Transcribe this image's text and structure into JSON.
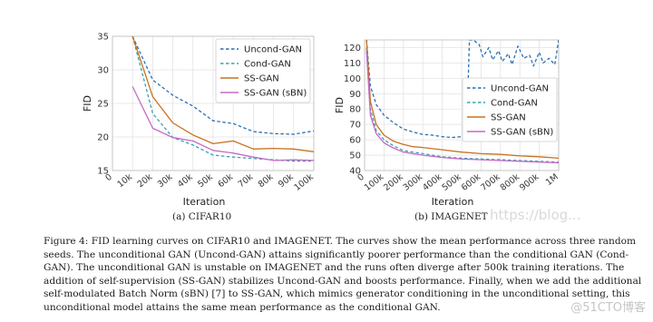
{
  "figure": {
    "panel_a_caption": "(a) CIFAR10",
    "panel_b_caption": "(b) IMAGENET",
    "caption_lines": [
      "Figure 4:  FID learning curves on CIFAR10 and IMAGENET. The curves show the mean performance across three random",
      "seeds. The unconditional GAN (Uncond-GAN) attains significantly poorer performance than the conditional GAN (Cond-",
      "GAN). The unconditional GAN is unstable on IMAGENET and the runs often diverge after 500k training iterations.  The",
      "addition of self-supervision (SS-GAN) stabilizes Uncond-GAN and boosts performance. Finally, when we add the additional",
      "self-modulated Batch Norm (sBN) [7] to SS-GAN, which mimics generator conditioning in the unconditional setting, this",
      "unconditional model attains the same mean performance as the conditional GAN."
    ],
    "watermark": "@51CTO博客",
    "watermark2": "https://blog..."
  },
  "colors": {
    "uncond": "#2a6fb5",
    "cond": "#37a3b3",
    "ss": "#c9711f",
    "ssbn": "#c46ac6",
    "grid": "#e3e3e3",
    "axis_text": "#333333"
  },
  "chart_data": [
    {
      "type": "line",
      "title": "",
      "xlabel": "Iteration",
      "ylabel": "FID",
      "xlim": [
        0,
        100000
      ],
      "ylim": [
        15,
        35
      ],
      "xticks": [
        0,
        10000,
        20000,
        30000,
        40000,
        50000,
        60000,
        70000,
        80000,
        90000,
        100000
      ],
      "xtick_labels": [
        "0",
        "10k",
        "20k",
        "30k",
        "40k",
        "50k",
        "60k",
        "70k",
        "80k",
        "90k",
        "100k"
      ],
      "yticks": [
        15,
        20,
        25,
        30,
        35
      ],
      "ytick_labels": [
        "15",
        "20",
        "25",
        "30",
        "35"
      ],
      "grid": true,
      "legend": "top-right",
      "series": [
        {
          "name": "Uncond-GAN",
          "style": "dashed",
          "color_key": "uncond",
          "x": [
            10000,
            20000,
            30000,
            40000,
            50000,
            60000,
            70000,
            80000,
            90000,
            100000
          ],
          "values": [
            35.0,
            28.5,
            26.2,
            24.6,
            22.4,
            22.0,
            20.8,
            20.5,
            20.4,
            20.9
          ]
        },
        {
          "name": "Cond-GAN",
          "style": "dashed",
          "color_key": "cond",
          "x": [
            10000,
            20000,
            30000,
            40000,
            50000,
            60000,
            70000,
            80000,
            90000,
            100000
          ],
          "values": [
            35.0,
            23.5,
            19.9,
            18.8,
            17.3,
            17.0,
            16.8,
            16.6,
            16.4,
            16.4
          ]
        },
        {
          "name": "SS-GAN",
          "style": "solid",
          "color_key": "ss",
          "x": [
            10000,
            20000,
            30000,
            40000,
            50000,
            60000,
            70000,
            80000,
            90000,
            100000
          ],
          "values": [
            35.0,
            26.0,
            22.1,
            20.3,
            19.0,
            19.4,
            18.2,
            18.3,
            18.2,
            17.8
          ]
        },
        {
          "name": "SS-GAN (sBN)",
          "style": "solid",
          "color_key": "ssbn",
          "x": [
            10000,
            20000,
            30000,
            40000,
            50000,
            60000,
            70000,
            80000,
            90000,
            100000
          ],
          "values": [
            27.5,
            21.3,
            19.9,
            19.4,
            18.0,
            17.6,
            17.0,
            16.5,
            16.6,
            16.5
          ]
        }
      ]
    },
    {
      "type": "line",
      "title": "",
      "xlabel": "Iteration",
      "ylabel": "FID",
      "xlim": [
        0,
        1000000
      ],
      "ylim": [
        40,
        125
      ],
      "xticks": [
        0,
        100000,
        200000,
        300000,
        400000,
        500000,
        600000,
        700000,
        800000,
        900000,
        1000000
      ],
      "xtick_labels": [
        "0",
        "100k",
        "200k",
        "300k",
        "400k",
        "500k",
        "600k",
        "700k",
        "800k",
        "900k",
        "1M"
      ],
      "yticks": [
        40,
        50,
        60,
        70,
        80,
        90,
        100,
        110,
        120
      ],
      "ytick_labels": [
        "40",
        "50",
        "60",
        "70",
        "80",
        "90",
        "100",
        "110",
        "120"
      ],
      "grid": true,
      "legend": "center-right",
      "series": [
        {
          "name": "Uncond-GAN",
          "style": "dashed",
          "color_key": "uncond",
          "x": [
            10000,
            30000,
            60000,
            100000,
            150000,
            200000,
            250000,
            300000,
            350000,
            400000,
            450000,
            500000,
            525000,
            540000,
            560000,
            590000,
            610000,
            640000,
            660000,
            690000,
            710000,
            740000,
            760000,
            790000,
            820000,
            850000,
            870000,
            900000,
            920000,
            950000,
            980000,
            1000000
          ],
          "values": [
            125,
            95,
            83,
            76,
            71,
            67,
            65,
            63.5,
            63,
            62,
            61.5,
            62,
            64,
            125,
            125,
            122,
            114,
            120,
            112,
            118,
            111,
            116,
            109,
            121,
            113,
            115,
            108,
            117,
            110,
            113,
            109,
            125
          ]
        },
        {
          "name": "Cond-GAN",
          "style": "dashed",
          "color_key": "cond",
          "x": [
            10000,
            30000,
            60000,
            100000,
            150000,
            200000,
            300000,
            400000,
            500000,
            600000,
            700000,
            800000,
            900000,
            1000000
          ],
          "values": [
            120,
            80,
            66,
            60,
            56,
            53,
            51,
            49,
            48,
            47.5,
            47,
            46.5,
            46,
            45.5
          ]
        },
        {
          "name": "SS-GAN",
          "style": "solid",
          "color_key": "ss",
          "x": [
            10000,
            30000,
            60000,
            100000,
            150000,
            200000,
            250000,
            300000,
            400000,
            500000,
            600000,
            700000,
            800000,
            900000,
            1000000
          ],
          "values": [
            125,
            85,
            70,
            63,
            59,
            57,
            55.5,
            55,
            53.5,
            52,
            51,
            50.5,
            49.5,
            49,
            48
          ]
        },
        {
          "name": "SS-GAN (sBN)",
          "style": "solid",
          "color_key": "ssbn",
          "x": [
            10000,
            30000,
            60000,
            100000,
            150000,
            200000,
            300000,
            400000,
            500000,
            600000,
            700000,
            800000,
            900000,
            1000000
          ],
          "values": [
            118,
            76,
            64,
            58,
            54.5,
            52,
            50,
            48.5,
            47.5,
            47,
            46.5,
            46,
            45.5,
            45
          ]
        }
      ]
    }
  ]
}
